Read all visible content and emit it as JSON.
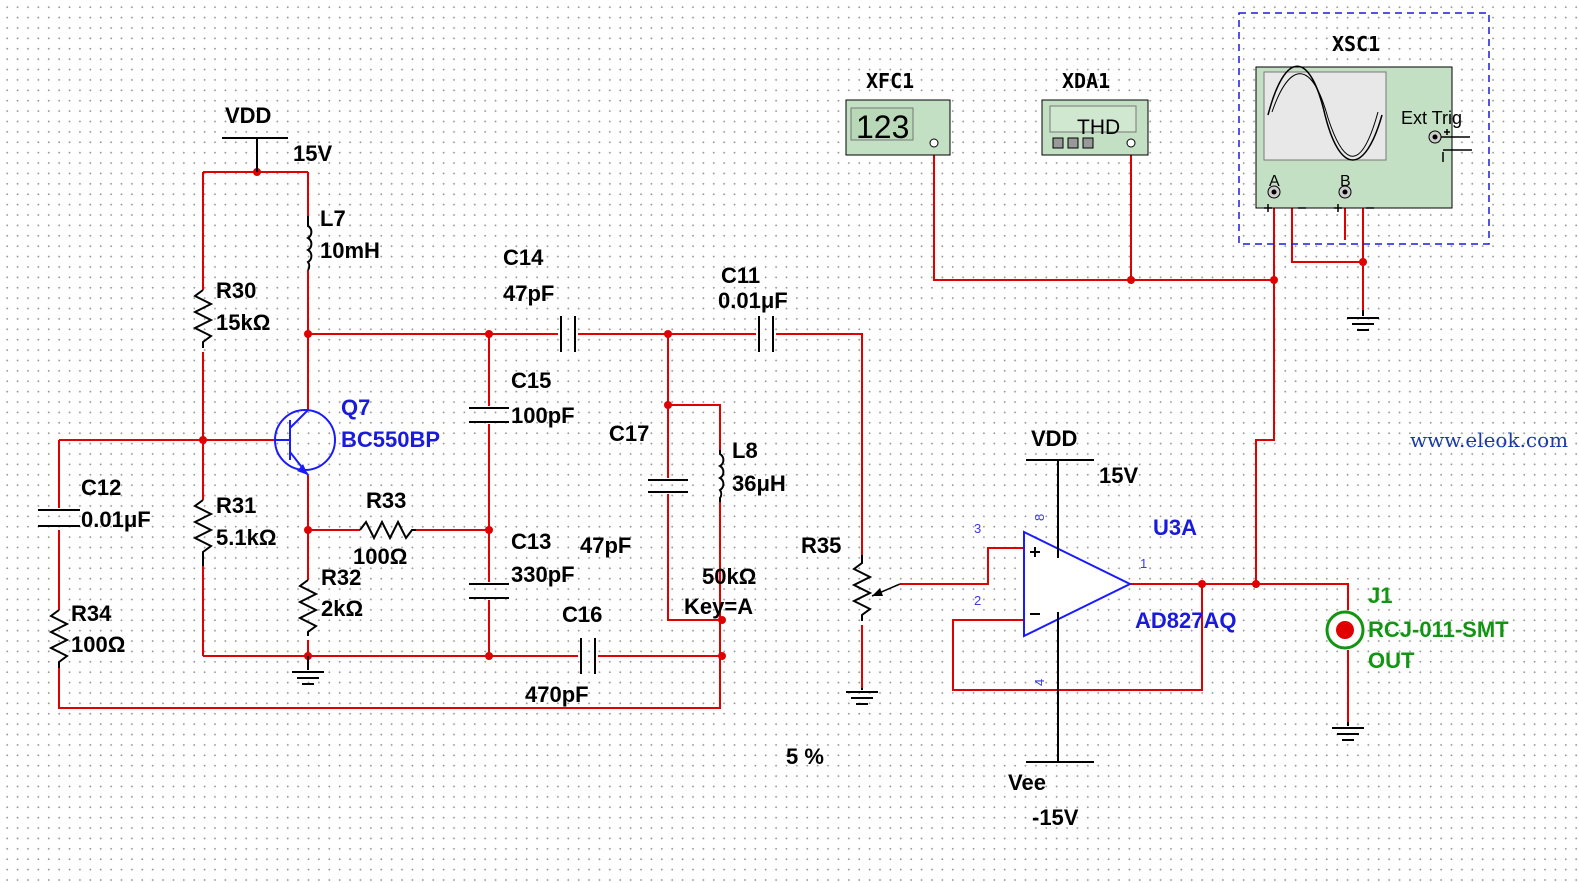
{
  "labels": {
    "vdd1": "VDD",
    "vdd1_val": "15V",
    "l7": "L7",
    "l7_val": "10mH",
    "r30": "R30",
    "r30_val": "15kΩ",
    "q7": "Q7",
    "q7_val": "BC550BP",
    "c14": "C14",
    "c14_val": "47pF",
    "c11": "C11",
    "c11_val": "0.01μF",
    "c15": "C15",
    "c15_val": "100pF",
    "c17": "C17",
    "c17_val": "47pF",
    "l8": "L8",
    "l8_val": "36μH",
    "c12": "C12",
    "c12_val": "0.01μF",
    "r31": "R31",
    "r31_val": "5.1kΩ",
    "r33": "R33",
    "r33_val": "100Ω",
    "c13": "C13",
    "c13_val": "330pF",
    "r32": "R32",
    "r32_val": "2kΩ",
    "r34": "R34",
    "r34_val": "100Ω",
    "c16": "C16",
    "c16_val": "470pF",
    "r35": "R35",
    "r35_val": "50kΩ",
    "r35_key": "Key=A",
    "r35_pct": "5 %",
    "vdd2": "VDD",
    "vdd2_val": "15V",
    "u3a": "U3A",
    "u3a_part": "AD827AQ",
    "vee": "Vee",
    "vee_val": "-15V",
    "pin3": "3",
    "pin8": "8",
    "pin2": "2",
    "pin4": "4",
    "pin1": "1",
    "j1": "J1",
    "j1_part": "RCJ-011-SMT",
    "j1_net": "OUT",
    "xfc1": "XFC1",
    "xfc1_display": "123",
    "xda1": "XDA1",
    "xda1_display": "THD",
    "xsc1": "XSC1",
    "xsc1_ext": "Ext Trig",
    "xsc1_a": "A",
    "xsc1_b": "B",
    "watermark": "www.eleok.com"
  },
  "colors": {
    "wire": "#e00000",
    "component": "#000000",
    "transistor": "#1a1aff",
    "instrument_bg": "#c4e0c4",
    "connector": "#129612"
  }
}
